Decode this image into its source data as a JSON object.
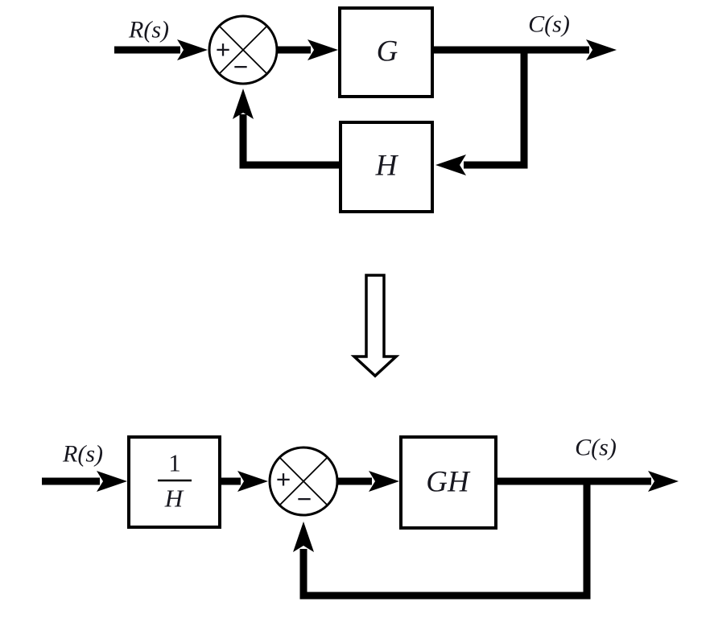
{
  "colors": {
    "background": "#ffffff",
    "line_ink": "#000000",
    "label_ink": "#17171f"
  },
  "top_diagram": {
    "input_label": "R(s)",
    "output_label": "C(s)",
    "forward_block_label": "G",
    "feedback_block_label": "H",
    "summing_junction": {
      "plus_sign": "+",
      "minus_sign": "−"
    }
  },
  "bottom_diagram": {
    "input_label": "R(s)",
    "output_label": "C(s)",
    "prefilter_block": {
      "numerator": "1",
      "denominator": "H"
    },
    "forward_block_label": "GH",
    "summing_junction": {
      "plus_sign": "+",
      "minus_sign": "−"
    }
  }
}
